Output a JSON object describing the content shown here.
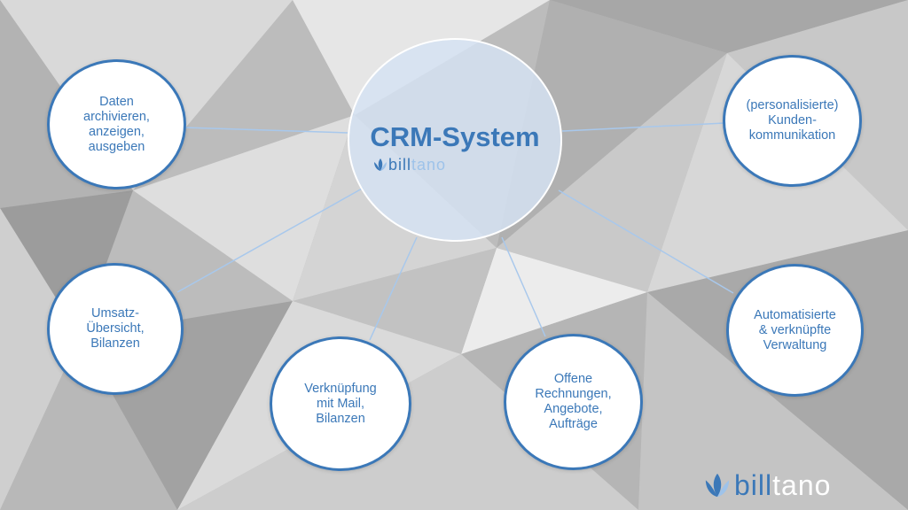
{
  "diagram": {
    "center": {
      "title": "CRM-System",
      "logo": "billtano"
    },
    "nodes": [
      {
        "id": "data",
        "label": "Daten\narchivieren,\nanzeigen,\nausgeben"
      },
      {
        "id": "communication",
        "label": "(personalisierte)\nKunden-\nkommunikation"
      },
      {
        "id": "revenue",
        "label": "Umsatz-\nÜbersicht,\nBilanzen"
      },
      {
        "id": "mail",
        "label": "Verknüpfung\nmit Mail,\nBilanzen"
      },
      {
        "id": "invoices",
        "label": "Offene\nRechnungen,\nAngebote,\nAufträge"
      },
      {
        "id": "automation",
        "label": "Automatisierte\n& verknüpfte\nVerwaltung"
      }
    ]
  },
  "branding": {
    "logo": {
      "part1": "bill",
      "part2": "tano",
      "icon": "lotus-icon"
    },
    "colors": {
      "accent": "#3b78b8",
      "accent_light": "#9ec3ea",
      "logo_secondary": "#ffffff"
    }
  }
}
